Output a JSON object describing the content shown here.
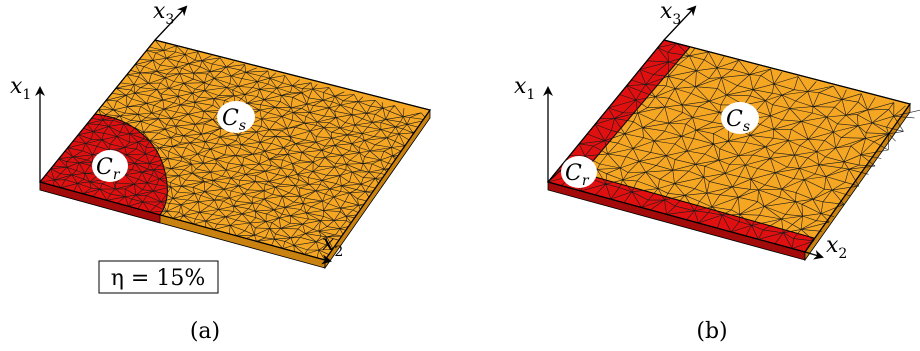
{
  "panels": [
    {
      "id": "a",
      "caption": "(a)",
      "axis_labels": {
        "x1": "x",
        "x1_sub": "1",
        "x2": "x",
        "x2_sub": "2",
        "x3": "x",
        "x3_sub": "3"
      },
      "region_labels": {
        "solid": "C",
        "solid_sub": "s",
        "reinforced": "C",
        "reinforced_sub": "r"
      },
      "annotation": "η = 15%",
      "reinforced_shape": "quarter-disc"
    },
    {
      "id": "b",
      "caption": "(b)",
      "axis_labels": {
        "x1": "x",
        "x1_sub": "1",
        "x2": "x",
        "x2_sub": "2",
        "x3": "x",
        "x3_sub": "3"
      },
      "region_labels": {
        "solid": "C",
        "solid_sub": "s",
        "reinforced": "C",
        "reinforced_sub": "r"
      },
      "reinforced_shape": "edge-strips"
    }
  ],
  "colors": {
    "solid_fill": "#F5A623",
    "reinforced_fill": "#E01010",
    "mesh_line": "#1a1a1a",
    "side_solid": "#C98210",
    "side_reinforced": "#A30A0A"
  }
}
